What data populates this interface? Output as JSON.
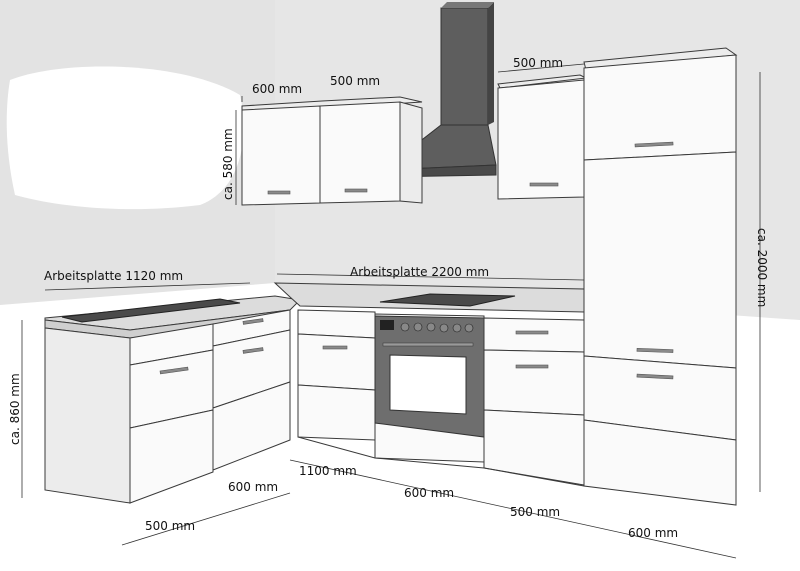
{
  "dimensions": {
    "arbeitsplatte_left": "Arbeitsplatte 1120 mm",
    "arbeitsplatte_right": "Arbeitsplatte 2200 mm",
    "upper_width_600": "600 mm",
    "upper_width_500": "500 mm",
    "upper_right_500": "500 mm",
    "upper_height": "ca. 580 mm",
    "tall_height": "ca. 2000 mm",
    "base_height": "ca. 860 mm",
    "bottom_1100": "1100 mm",
    "bottom_600_left": "600 mm",
    "bottom_500_left": "500 mm",
    "bottom_600_oven": "600 mm",
    "bottom_500_right": "500 mm",
    "bottom_600_right": "600 mm"
  },
  "colors": {
    "wall": "#e3e3e3",
    "hood": "#5e5e5e",
    "hob": "#4a4a4a",
    "oven": "#6e6e6e",
    "countertop": "#dcdcdc",
    "cabinet_front": "#fafafa"
  }
}
